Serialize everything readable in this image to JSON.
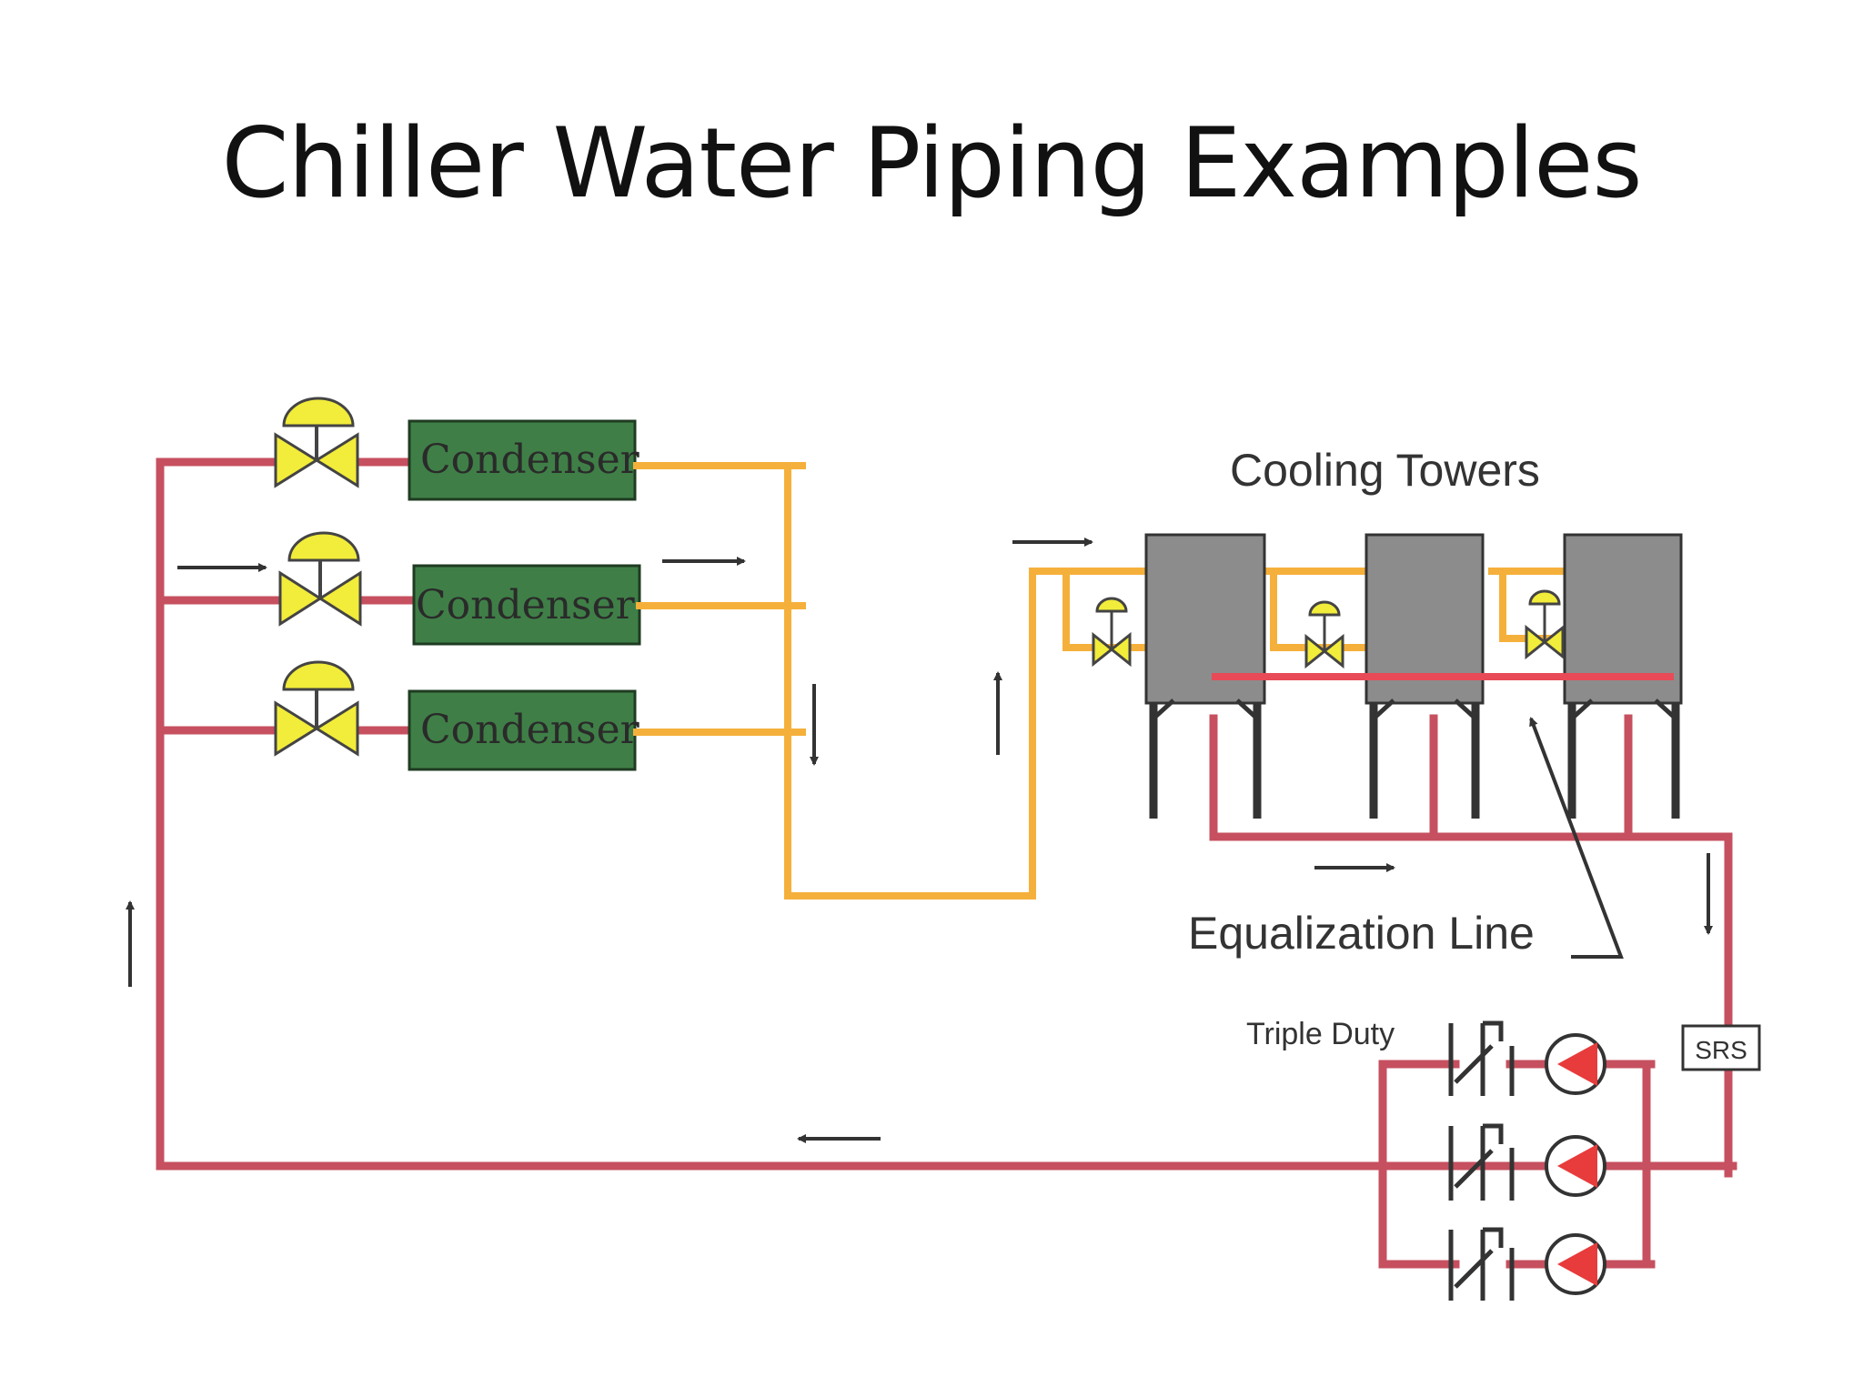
{
  "title": "Chiller Water Piping Examples",
  "diagram": {
    "condensers": [
      {
        "label": "Condenser"
      },
      {
        "label": "Condenser"
      },
      {
        "label": "Condenser"
      }
    ],
    "cooling_towers_label": "Cooling Towers",
    "equalization_label": "Equalization Line",
    "pumps_label": "Triple Duty",
    "srs_label": "SRS"
  },
  "colors": {
    "return_pipe": "#c6505f",
    "supply_pipe": "#f5b03b",
    "equalization_line": "#e84a57",
    "condenser": "#3f7f47",
    "valve": "#f2ec3a",
    "tower": "#8c8c8c",
    "pump": "#e83b3b"
  },
  "icons": [
    "control-valve-icon",
    "pump-icon",
    "check-valve-icon",
    "flow-arrow-icon"
  ]
}
